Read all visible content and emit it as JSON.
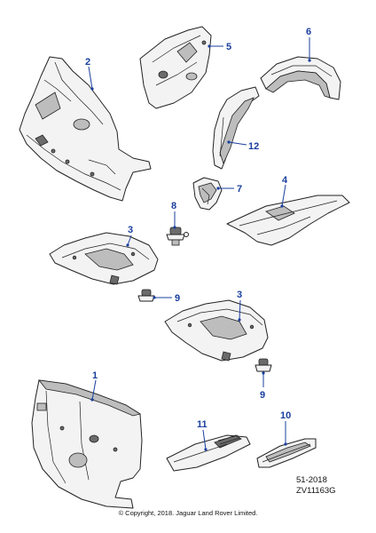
{
  "callouts": {
    "c1": "1",
    "c2": "2",
    "c3a": "3",
    "c3b": "3",
    "c4": "4",
    "c5": "5",
    "c6": "6",
    "c7": "7",
    "c8": "8",
    "c9a": "9",
    "c9b": "9",
    "c10": "10",
    "c11": "11",
    "c12": "12"
  },
  "reference": {
    "line1": "51-2018",
    "line2": "ZV11163G"
  },
  "copyright": "© Copyright, 2018. Jaguar Land Rover Limited.",
  "colors": {
    "callout": "#1a3f9e",
    "outline": "#222222"
  }
}
